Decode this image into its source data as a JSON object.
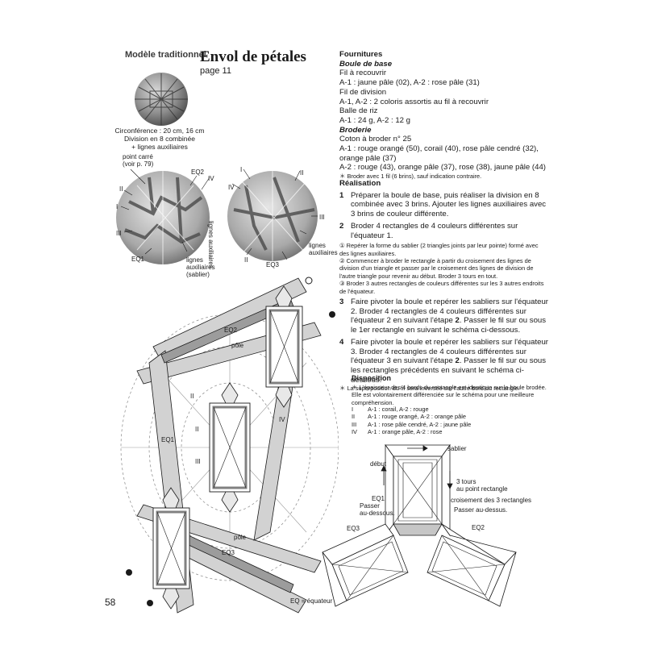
{
  "header": {
    "category": "Modèle traditionnel",
    "title": "Envol de pétales",
    "page_ref": "page 11"
  },
  "ball_caption": [
    "Circonférence : 20 cm, 16 cm",
    "Division en 8 combinée",
    "+ lignes auxiliaires"
  ],
  "sphere_labels": {
    "point_carre": [
      "point carré",
      "(voir p. 79)"
    ],
    "eq1": "EQ1",
    "eq2": "EQ2",
    "eq3": "EQ3",
    "roman": [
      "I",
      "II",
      "III",
      "IV"
    ],
    "lignes_aux_sablier": [
      "lignes",
      "auxiliaires",
      "(sablier)"
    ],
    "lignes_aux_vertical": "lignes auxiliaires",
    "lignes_aux_right": [
      "lignes",
      "auxiliaires"
    ]
  },
  "diagram_labels": {
    "eq1": "EQ1",
    "eq2": "EQ2",
    "eq3": "EQ3",
    "pole_top": "pôle",
    "pole_bottom": "pôle",
    "ii_a": "II",
    "ii_b": "II",
    "iii": "III",
    "iv": "IV",
    "legend": "EQ = équateur"
  },
  "page_number": "58",
  "fournitures": {
    "heading": "Fournitures",
    "boule_heading": "Boule de base",
    "boule_lines": [
      "Fil à recouvrir",
      "A-1 : jaune pâle (02), A-2 : rose pâle (31)",
      "Fil de division",
      "A-1, A-2 : 2 coloris assortis au fil à recouvrir",
      "Balle de riz",
      "A-1 : 24 g, A-2 : 12 g"
    ],
    "broderie_heading": "Broderie",
    "broderie_lines": [
      "Coton à broder n° 25",
      "A-1 : rouge orangé (50), corail (40), rose pâle cendré (32),",
      "orange pâle (37)",
      "A-2 : rouge (43), orange pâle (37), rose (38), jaune pâle (44)"
    ],
    "note": "＊ Broder avec 1 fil (6 brins), sauf indication contraire."
  },
  "realisation": {
    "heading": "Réalisation",
    "step1_num": "1",
    "step1": "Préparer la boule de base, puis réaliser la division en 8 combinée avec 3 brins. Ajouter les lignes auxiliaires avec 3 brins de couleur différente.",
    "step2_num": "2",
    "step2": "Broder 4 rectangles de 4 couleurs différentes sur l'équateur 1.",
    "sub1": "① Repérer la forme du sablier (2 triangles joints par leur pointe) formé avec des lignes auxiliaires.",
    "sub2": "② Commencer à broder le rectangle à partir du croisement des lignes de division d'un triangle et passer par le croisement des lignes de division de l'autre triangle pour revenir au début. Broder 3 tours en tout.",
    "sub3": "③ Broder 3 autres rectangles de couleurs différentes sur les 3 autres endroits de l'équateur.",
    "step3_num": "3",
    "step3_a": "Faire pivoter la boule et repérer les sabliers sur l'équateur 2. Broder 4 rectangles de 4 couleurs différentes sur l'équateur 2 en suivant l'étape ",
    "step3_b": "2",
    "step3_c": ". Passer le fil sur ou sous le 1er rectangle en suivant le schéma ci-dessous.",
    "step4_num": "4",
    "step4_a": "Faire pivoter la boule et repérer les sabliers sur l'équateur 3. Broder 4 rectangles de 4 couleurs différentes sur l'équateur 3 en suivant l'étape ",
    "step4_b": "2",
    "step4_c": ". Passer le fil sur ou sous les rectangles précédents en suivant le schéma ci-dessous.",
    "note": "＊ La superposition du fil sera inversée sur l'autre bord du rectangle."
  },
  "disposition": {
    "heading": "Disposition",
    "note": "＊ L'épaisseur des 4 bords du rectangle est identique sur la boule brodée. Elle est volontairement différenciée sur le schéma pour une meilleure compréhension.",
    "rows": [
      {
        "roman": "I",
        "text": "A-1 : corail, A-2 : rouge"
      },
      {
        "roman": "II",
        "text": "A-1 : rouge orangé, A-2 : orange pâle"
      },
      {
        "roman": "III",
        "text": "A-1 : rose pâle cendré, A-2 : jaune pâle"
      },
      {
        "roman": "IV",
        "text": "A-1 : orange pâle, A-2 : rose"
      }
    ]
  },
  "schema_labels": {
    "sablier": "sablier",
    "debut": "début",
    "tours": [
      "3 tours",
      "au point rectangle"
    ],
    "croisement": "croisement des 3 rectangles",
    "passer_dessus": "Passer au-dessus.",
    "eq1": "EQ1",
    "passer_dessous": [
      "Passer",
      "au-dessous."
    ],
    "eq3": "EQ3",
    "eq2": "EQ2"
  }
}
